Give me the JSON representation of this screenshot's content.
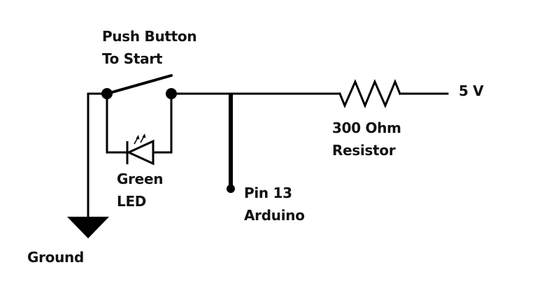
{
  "diagram": {
    "title": "Arduino push-button LED circuit",
    "colors": {
      "background": "#ffffff",
      "ink": "#000000"
    },
    "labels": {
      "push_button": [
        "Push Button",
        "To Start"
      ],
      "led": [
        "Green",
        "LED"
      ],
      "pin": [
        "Pin 13",
        "Arduino"
      ],
      "resistor": [
        "300 Ohm",
        "Resistor"
      ],
      "supply": "5 V",
      "ground": "Ground"
    },
    "components": [
      {
        "id": "push-button",
        "type": "switch-normally-open",
        "label": "Push Button To Start"
      },
      {
        "id": "green-led",
        "type": "led",
        "label": "Green LED"
      },
      {
        "id": "pin-13",
        "type": "terminal",
        "label": "Pin 13 Arduino"
      },
      {
        "id": "resistor",
        "type": "resistor",
        "label": "300 Ohm Resistor",
        "value": "300 Ohm"
      },
      {
        "id": "supply",
        "type": "voltage-source",
        "label": "5 V"
      },
      {
        "id": "ground",
        "type": "ground",
        "label": "Ground"
      }
    ],
    "connections": [
      [
        "ground",
        "push-button.left"
      ],
      [
        "push-button.left",
        "green-led.cathode"
      ],
      [
        "green-led.anode",
        "push-button.right"
      ],
      [
        "push-button.right",
        "pin-13"
      ],
      [
        "push-button.right",
        "resistor"
      ],
      [
        "resistor",
        "supply"
      ]
    ]
  }
}
